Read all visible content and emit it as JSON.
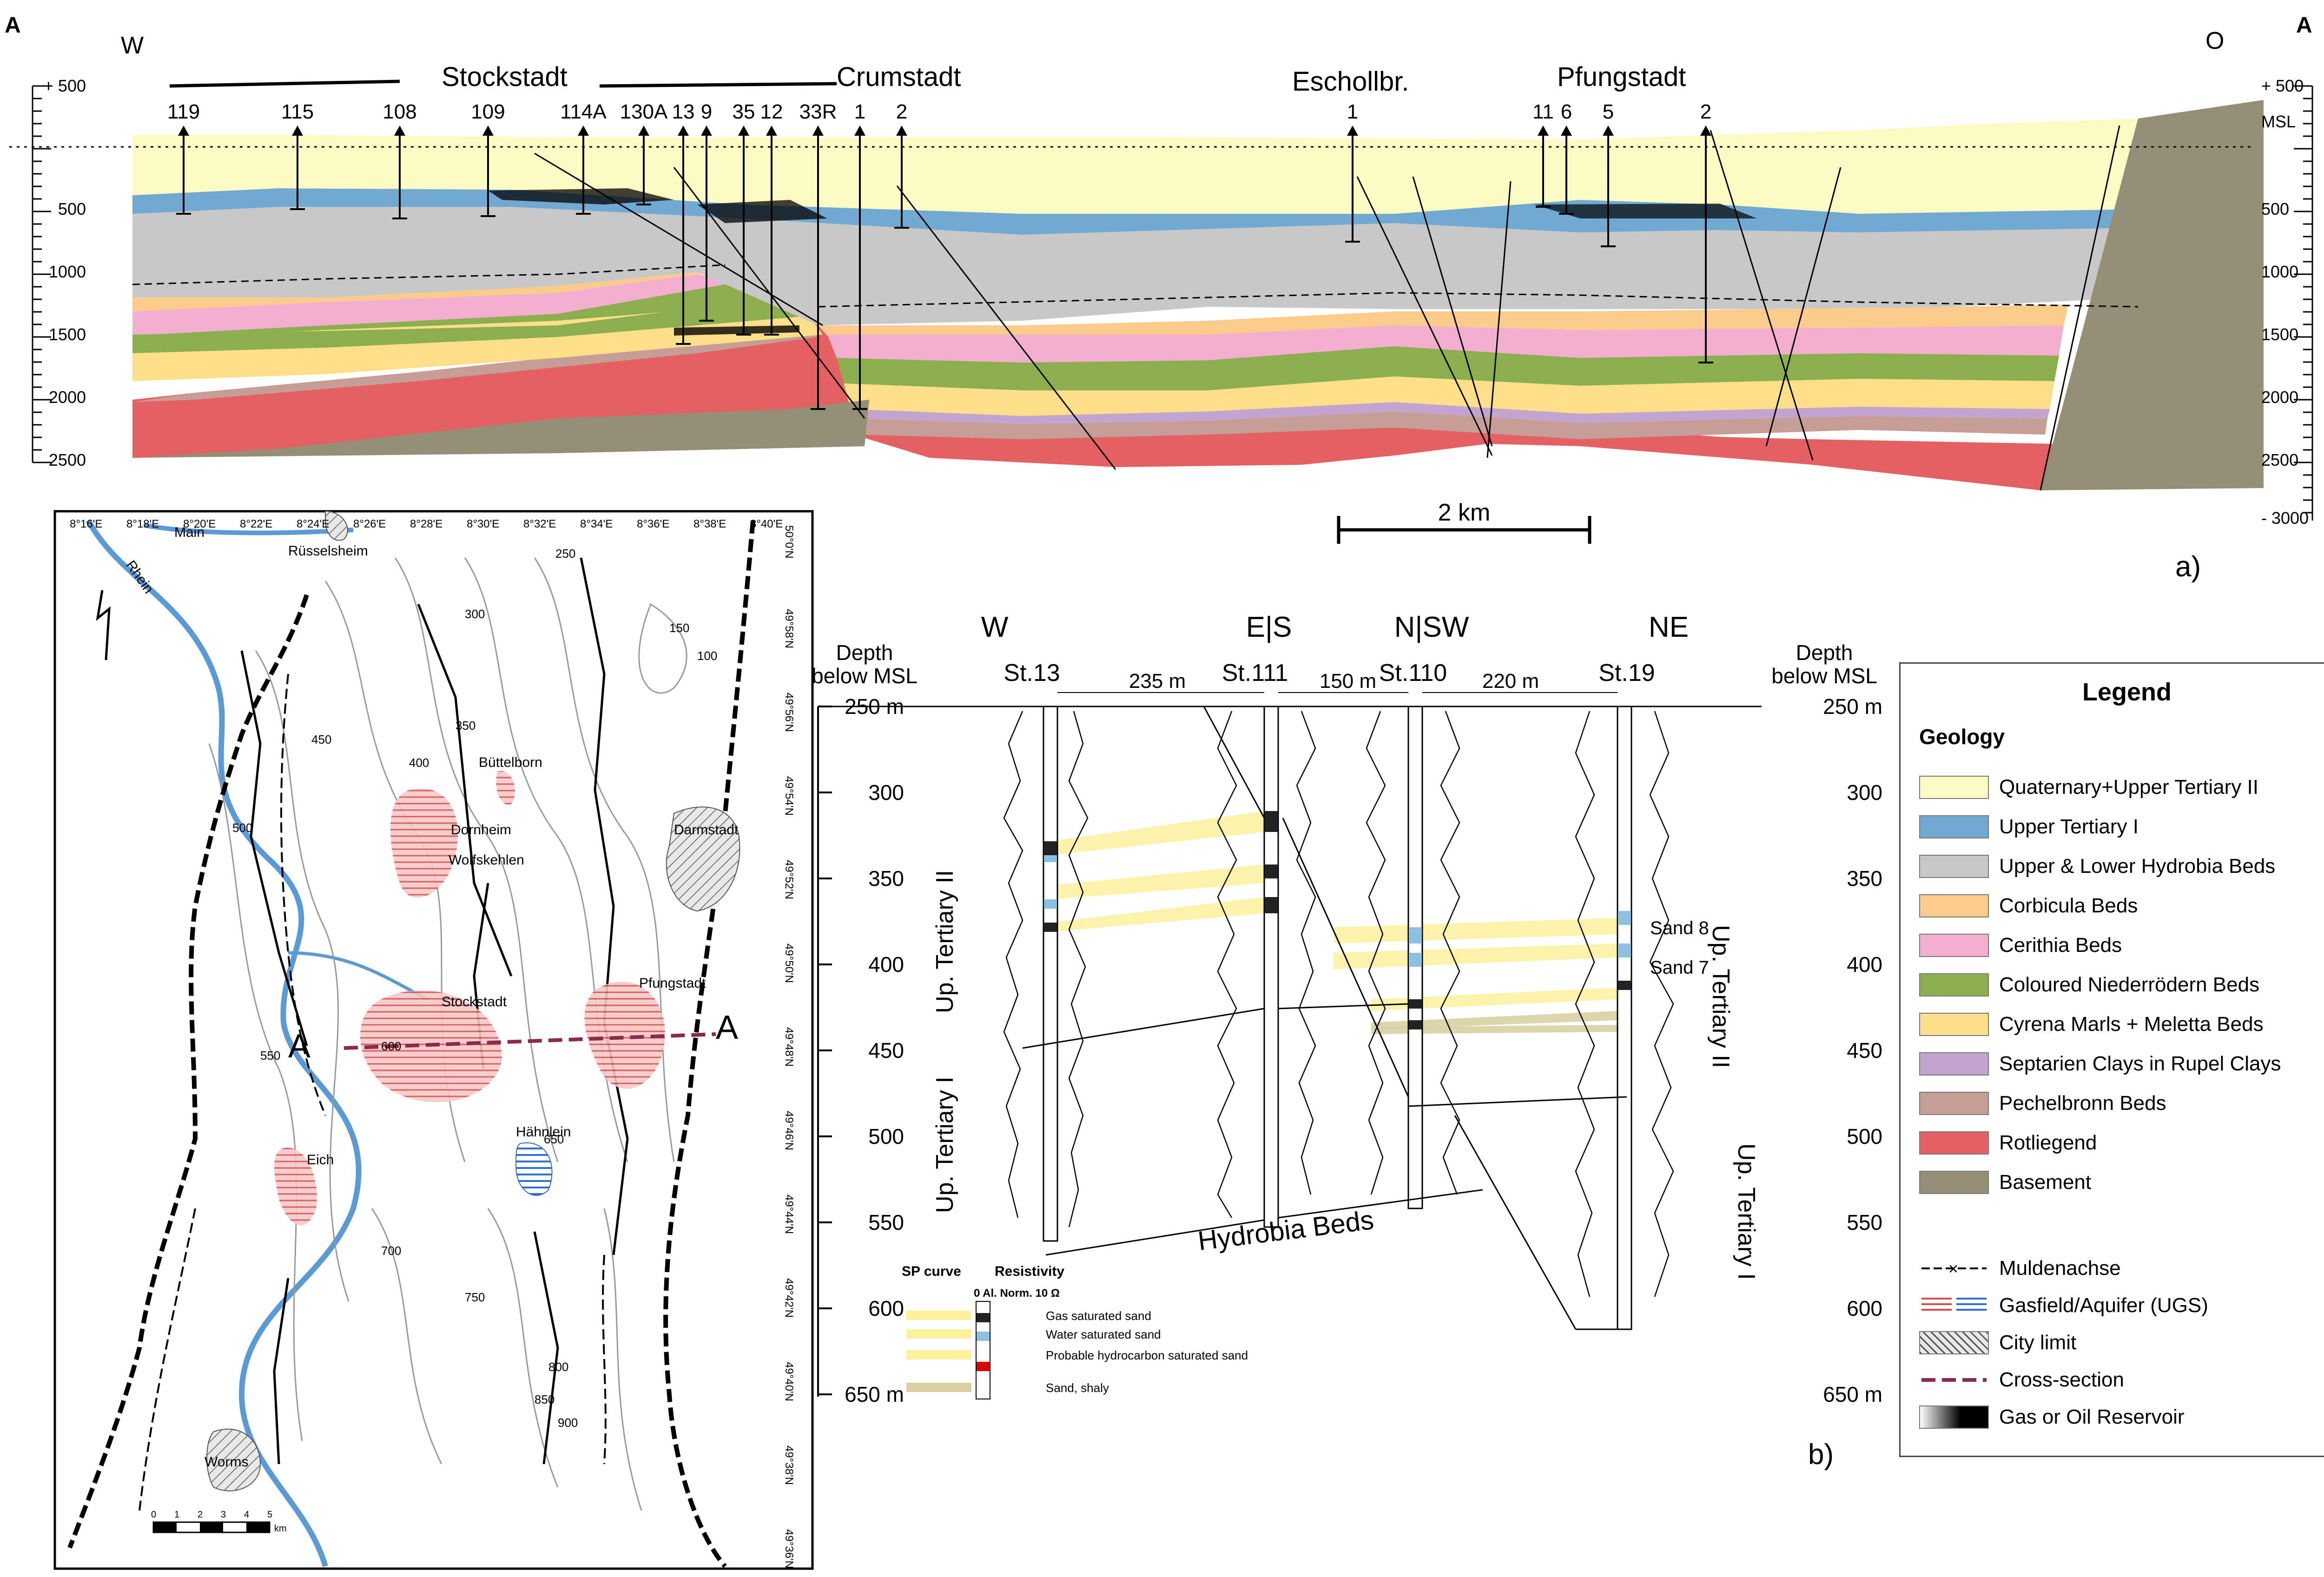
{
  "colors": {
    "quaternary": "#FDFBC4",
    "upper_tertiary_i": "#70AAD2",
    "hydrobia": "#C8C8C8",
    "corbicula": "#FBCB8C",
    "cerithia": "#F3AFD0",
    "niederroedern": "#8CAE4E",
    "cyrena": "#FDDF8A",
    "septarien": "#C3A4CF",
    "pechelbronn": "#C79E96",
    "rotliegend": "#E46062",
    "basement": "#958E77",
    "gasfield": "#E06A6A",
    "aquifer": "#3A7AD6",
    "river": "#5A9BD5",
    "crosssection": "#8B2A4B"
  },
  "panel_a": {
    "corner_left": "A",
    "corner_right": "A",
    "west": "W",
    "east": "O",
    "towns": [
      "Stockstadt",
      "Crumstadt",
      "Eschollbr.",
      "Pfungstadt"
    ],
    "wells": [
      "119",
      "115",
      "108",
      "109",
      "114A",
      "130A",
      "13",
      "9",
      "35",
      "12",
      "33R",
      "1",
      "2",
      "1",
      "11",
      "6",
      "5",
      "2"
    ],
    "depth_left": [
      "+ 500",
      "500",
      "1000",
      "1500",
      "2000",
      "2500"
    ],
    "depth_right": [
      "+ 500",
      "MSL",
      "500",
      "1000",
      "1500",
      "2000",
      "2500",
      "- 3000"
    ],
    "scale": "2 km",
    "panel_label": "a)"
  },
  "panel_b": {
    "directions": [
      "W",
      "E|S",
      "N|SW",
      "NE"
    ],
    "stations": [
      "St.13",
      "St.111",
      "St.110",
      "St.19"
    ],
    "distances": [
      "235 m",
      "150 m",
      "220 m"
    ],
    "depth_title_left": [
      "Depth",
      "below MSL"
    ],
    "depth_title_right": [
      "Depth",
      "below MSL"
    ],
    "depths": [
      "250 m",
      "300",
      "350",
      "400",
      "450",
      "500",
      "550",
      "600",
      "650 m"
    ],
    "units_left": [
      "Up. Tertiary II",
      "Up. Tertiary I"
    ],
    "units_right": [
      "Up. Tertiary II",
      "Up. Tertiary I"
    ],
    "sands": [
      "Sand 8",
      "Sand 7"
    ],
    "hydrobia": "Hydrobia Beds",
    "inset": {
      "sp": "SP curve",
      "resistivity": "Resistivity",
      "scale": "0 Al. Norm. 10 Ω",
      "items": [
        "Gas saturated sand",
        "Water saturated sand",
        "Probable hydrocarbon saturated sand",
        "Sand, shaly"
      ]
    },
    "panel_label": "b)"
  },
  "map": {
    "lon_labels": [
      "8°16'E",
      "8°18'E",
      "8°20'E",
      "8°22'E",
      "8°24'E",
      "8°26'E",
      "8°28'E",
      "8°30'E",
      "8°32'E",
      "8°34'E",
      "8°36'E",
      "8°38'E",
      "8°40'E"
    ],
    "lat_labels": [
      "50°0'N",
      "49°58'N",
      "49°56'N",
      "49°54'N",
      "49°52'N",
      "49°50'N",
      "49°48'N",
      "49°46'N",
      "49°44'N",
      "49°42'N",
      "49°40'N",
      "49°38'N",
      "49°36'N"
    ],
    "places": [
      "Main",
      "Rüsselsheim",
      "Rhein",
      "Büttelborn",
      "Dornheim",
      "Wolfskehlen",
      "Darmstadt",
      "Stockstadt",
      "Pfungstadt",
      "Hähnlein",
      "Eich",
      "Worms"
    ],
    "section_ends": [
      "A",
      "A"
    ],
    "contours": [
      "250",
      "300",
      "350",
      "400",
      "450",
      "500",
      "550",
      "600",
      "650",
      "700",
      "750",
      "800",
      "850",
      "900",
      "150",
      "100"
    ],
    "scalebar_ticks": [
      "0",
      "1",
      "2",
      "3",
      "4",
      "5"
    ],
    "scalebar_unit": "km"
  },
  "legend": {
    "title": "Legend",
    "subtitle": "Geology",
    "geology": [
      {
        "label": "Quaternary+Upper Tertiary II",
        "color": "#FDFBC4"
      },
      {
        "label": "Upper Tertiary I",
        "color": "#70AAD2"
      },
      {
        "label": "Upper & Lower Hydrobia Beds",
        "color": "#C8C8C8"
      },
      {
        "label": "Corbicula Beds",
        "color": "#FBCB8C"
      },
      {
        "label": "Cerithia Beds",
        "color": "#F3AFD0"
      },
      {
        "label": "Coloured Niederrödern Beds",
        "color": "#8CAE4E"
      },
      {
        "label": "Cyrena Marls + Meletta Beds",
        "color": "#FDDF8A"
      },
      {
        "label": "Septarien Clays in Rupel Clays",
        "color": "#C3A4CF"
      },
      {
        "label": "Pechelbronn Beds",
        "color": "#C79E96"
      },
      {
        "label": "Rotliegend",
        "color": "#E46062"
      },
      {
        "label": "Basement",
        "color": "#958E77"
      }
    ],
    "symbols": [
      "Muldenachse",
      "Gasfield/Aquifer (UGS)",
      "City limit",
      "Cross-section",
      "Gas or Oil Reservoir"
    ]
  }
}
